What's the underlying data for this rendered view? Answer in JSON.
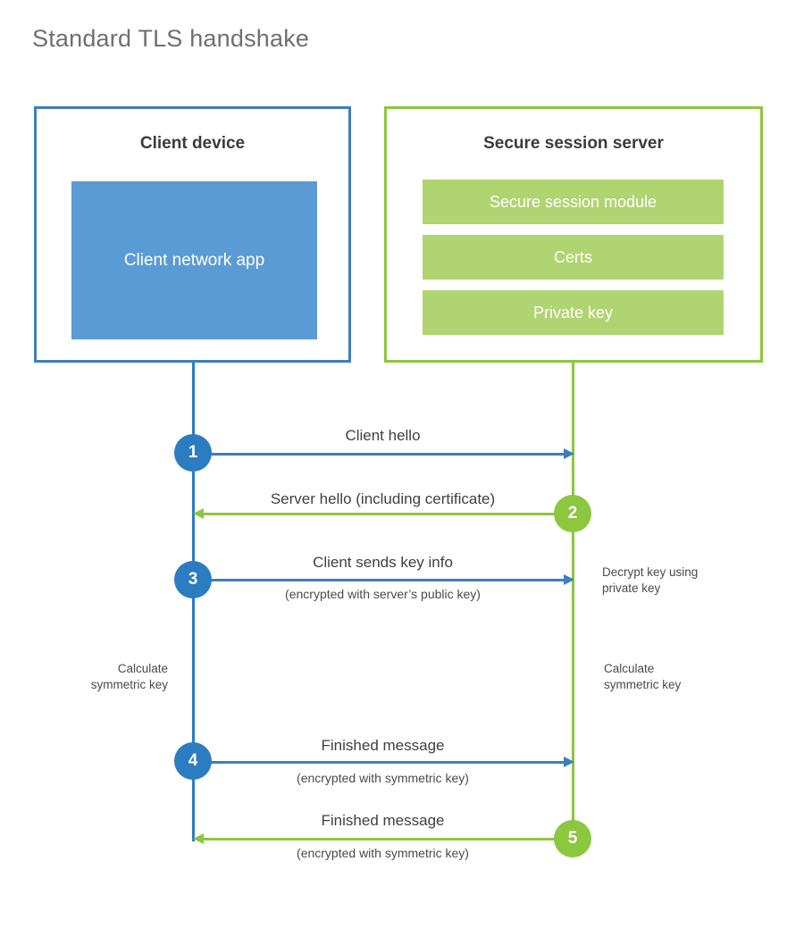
{
  "title": "Standard TLS handshake",
  "colors": {
    "client_border": "#3d7ebb",
    "client_app_fill": "#5b9bd5",
    "client_accent": "#2b7cc1",
    "server_border": "#8dc63f",
    "server_item_fill": "#b0d472",
    "server_accent": "#8dc63f",
    "title_text": "#707070",
    "body_text": "#3f3f3f",
    "background": "#ffffff"
  },
  "client": {
    "title": "Client device",
    "app_label": "Client network app"
  },
  "server": {
    "title": "Secure session server",
    "items": [
      {
        "label": "Secure session module"
      },
      {
        "label": "Certs"
      },
      {
        "label": "Private key"
      }
    ]
  },
  "steps": [
    {
      "number": "1",
      "label": "Client hello",
      "sublabel": "",
      "direction": "client-to-server",
      "side": "client"
    },
    {
      "number": "2",
      "label": "Server hello (including certificate)",
      "sublabel": "",
      "direction": "server-to-client",
      "side": "server"
    },
    {
      "number": "3",
      "label": "Client sends key info",
      "sublabel": "(encrypted with server’s public key)",
      "direction": "client-to-server",
      "side": "client"
    },
    {
      "number": "4",
      "label": "Finished message",
      "sublabel": "(encrypted with symmetric key)",
      "direction": "client-to-server",
      "side": "client"
    },
    {
      "number": "5",
      "label": "Finished message",
      "sublabel": "(encrypted with symmetric key)",
      "direction": "server-to-client",
      "side": "server"
    }
  ],
  "notes": {
    "decrypt_key": "Decrypt key using\nprivate key",
    "decrypt_key_line1": "Decrypt key using",
    "decrypt_key_line2": "private key",
    "client_calculate_line1": "Calculate",
    "client_calculate_line2": "symmetric key",
    "server_calculate_line1": "Calculate",
    "server_calculate_line2": "symmetric key"
  }
}
